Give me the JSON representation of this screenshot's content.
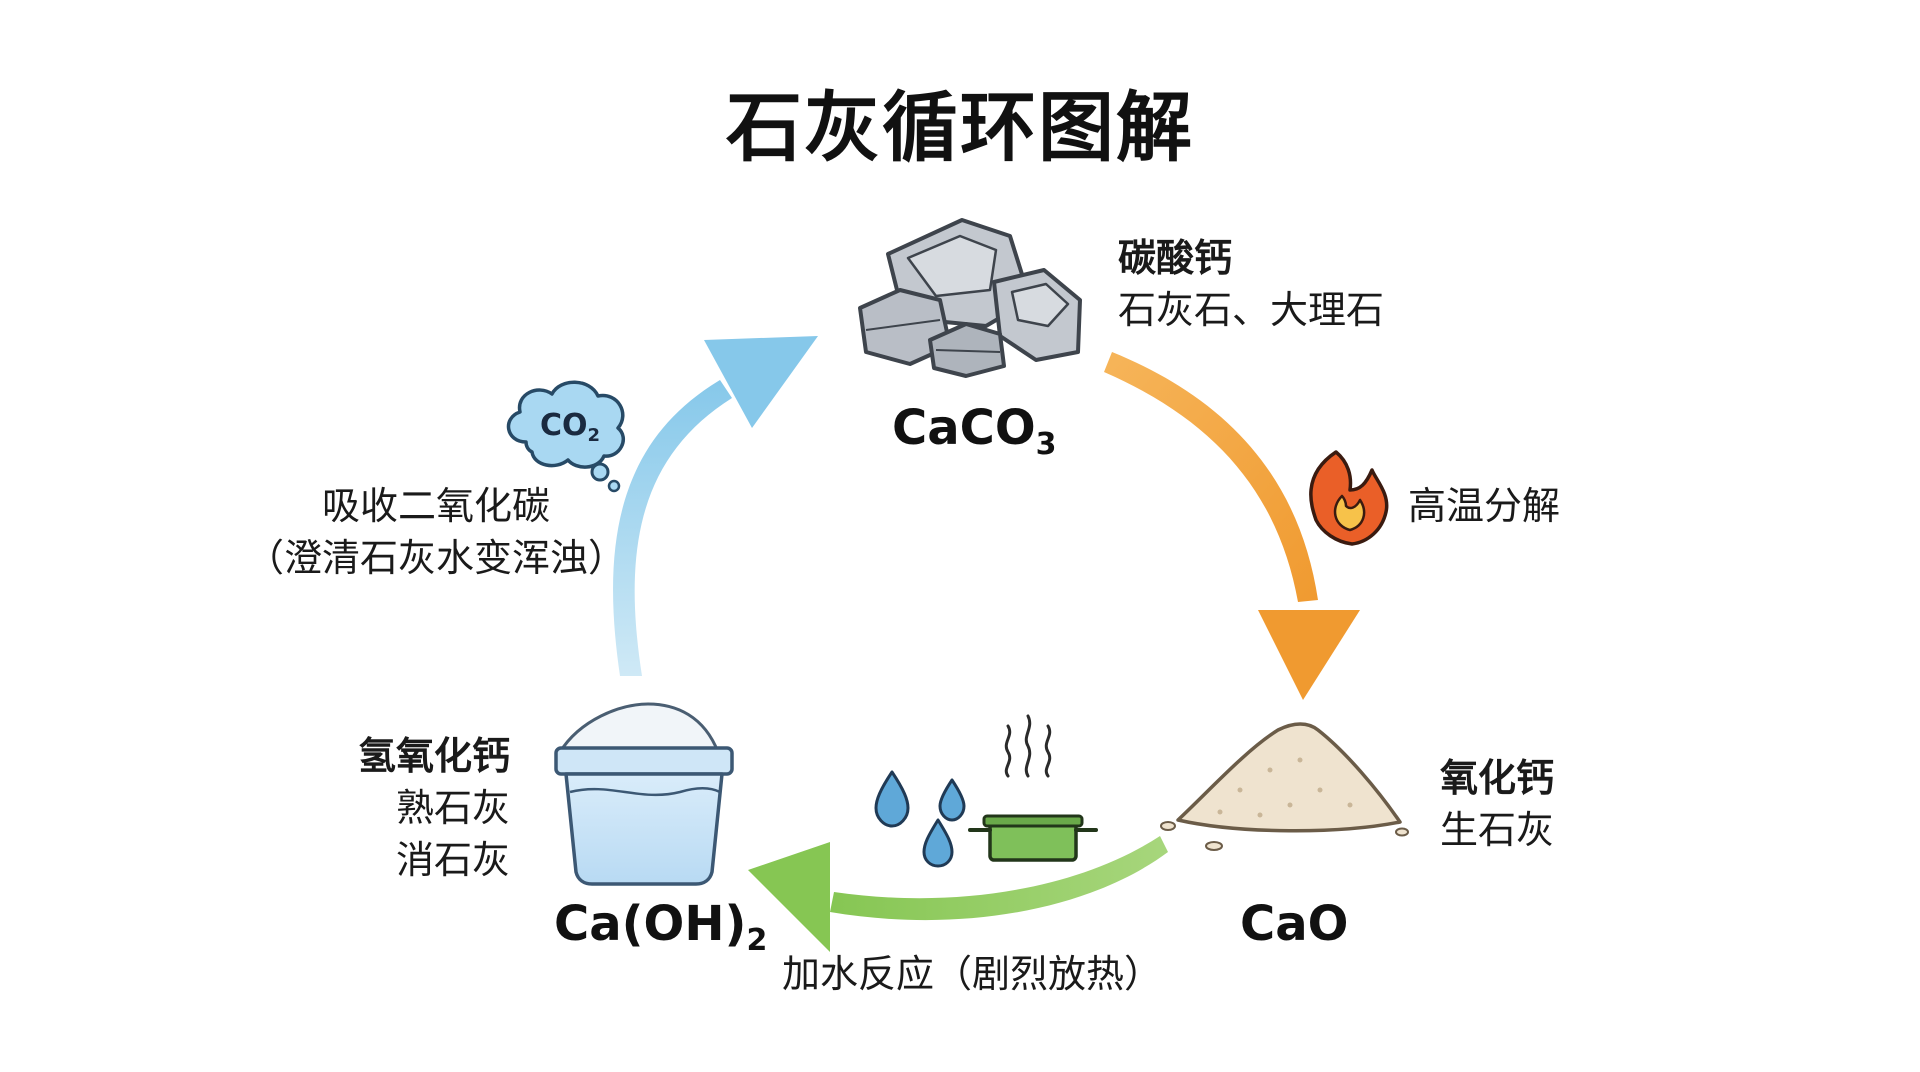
{
  "title": "石灰循环图解",
  "caco3": {
    "formula_main": "CaCO",
    "formula_sub": "3",
    "name": "碳酸钙",
    "alias": "石灰石、大理石"
  },
  "cao": {
    "formula": "CaO",
    "name": "氧化钙",
    "alias": "生石灰"
  },
  "caoh2": {
    "formula_main": "Ca(OH)",
    "formula_sub": "2",
    "name": "氢氧化钙",
    "alias_1": "熟石灰",
    "alias_2": "消石灰"
  },
  "steps": {
    "decompose": "高温分解",
    "add_water": "加水反应（剧烈放热）",
    "absorb_line1": "吸收二氧化碳",
    "absorb_line2": "（澄清石灰水变浑浊）"
  },
  "co2_cloud": {
    "main": "CO",
    "sub": "2"
  },
  "colors": {
    "arrow_orange": "#f2a53f",
    "arrow_green": "#8cc85a",
    "arrow_blue": "#8ecdea",
    "rock_gray": "#b9bec6",
    "powder_cream": "#efe3cf",
    "flame_orange": "#e9622a",
    "water_blue": "#5fa8d8",
    "pot_green": "#7fc05a"
  },
  "icons": [
    "rocks-icon",
    "flame-icon",
    "powder-pile-icon",
    "water-drops-icon",
    "steaming-pot-icon",
    "lime-tub-icon",
    "co2-cloud-icon"
  ]
}
